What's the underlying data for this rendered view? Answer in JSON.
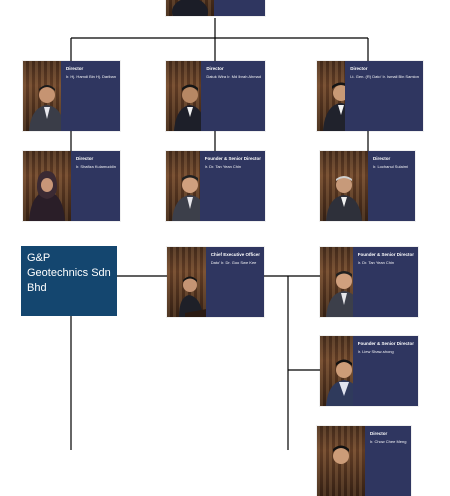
{
  "company": {
    "line1": "G&P",
    "line2": "Geotechnics Sdn",
    "line3": "Bhd",
    "color": "#14466f"
  },
  "card_colors": {
    "panel": "#2f3660",
    "line": "#000000"
  },
  "board_row1": [
    {
      "role": "Director",
      "name": "Ir. Hj. Hamdi Bin Hj. Dariban"
    },
    {
      "role": "Director",
      "name": "Datuk Wira Ir. Md Ibrah Ahmad"
    },
    {
      "role": "Director",
      "name": "Lt. Gen. (R) Dato' Ir. Ismail Bin Samion"
    }
  ],
  "board_row2": [
    {
      "role": "Director",
      "name": "Ir. Shafiza Kulamuddin"
    },
    {
      "role": "Founder & Senior Director",
      "name": "Ir. Dr. Tan Yean Chin"
    },
    {
      "role": "Director",
      "name": "Ir. Lochanul Sulaimi"
    }
  ],
  "management": [
    {
      "role": "Chief Executive Officer",
      "name": "Dato' Ir. Dr. Goo Swe Kee"
    },
    {
      "role": "Founder & Senior Director",
      "name": "Ir. Dr. Tan Yean Chin"
    },
    {
      "role": "Founder & Senior Director",
      "name": "Ir. Liew Shaw-shong"
    },
    {
      "role": "Director",
      "name": "Ir. Chow Chee Meng"
    }
  ]
}
